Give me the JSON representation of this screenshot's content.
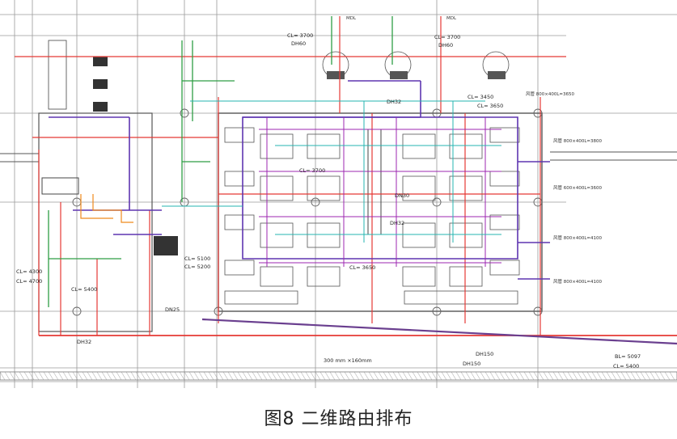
{
  "figure": {
    "caption": "图8   二维路由排布"
  },
  "annotations": {
    "cl_3700_left": "CL= 3700",
    "dh60_left": "DH60",
    "cl_3700_right": "CL= 3700",
    "dh60_right": "DH60",
    "dh32_top": "DH32",
    "cl_3450": "CL= 3450",
    "cl_3650_top": "CL= 3650",
    "cl_3700_center": "CL= 3700",
    "dn30": "DN30",
    "dh32_mid": "DH32",
    "cl_5100": "CL= 5100",
    "cl_5200": "CL= 5200",
    "cl_3650_bottom": "CL= 3650",
    "dn25": "DN25",
    "cl_4300": "CL= 4300",
    "cl_4700": "CL= 4700",
    "cl_5400": "CL= 5400",
    "dh32_bottom": "DH32",
    "duct_size": "300 mm ×160mm",
    "dh150_a": "DH150",
    "dh150_b": "DH150",
    "bl_5097": "BL= 5097",
    "cl_5400_right": "CL= 5400",
    "mdl_left": "MDL",
    "mdl_right": "MDL",
    "duct_right_1": "风管 800×400L=3800",
    "duct_right_2": "风管 600×400L=3600",
    "duct_right_3": "风管 800×400L=4100",
    "duct_right_4": "风管 800×400L=4100",
    "duct_top_right": "风管 800×400L=3650"
  },
  "colors": {
    "red": "#e53935",
    "purple": "#5e35b1",
    "violet": "#9c27b0",
    "green": "#2e9e44",
    "cyan": "#26b5b0",
    "orange": "#ef8a1c",
    "dark": "#3a3a3a",
    "gray": "#9a9a9a"
  }
}
